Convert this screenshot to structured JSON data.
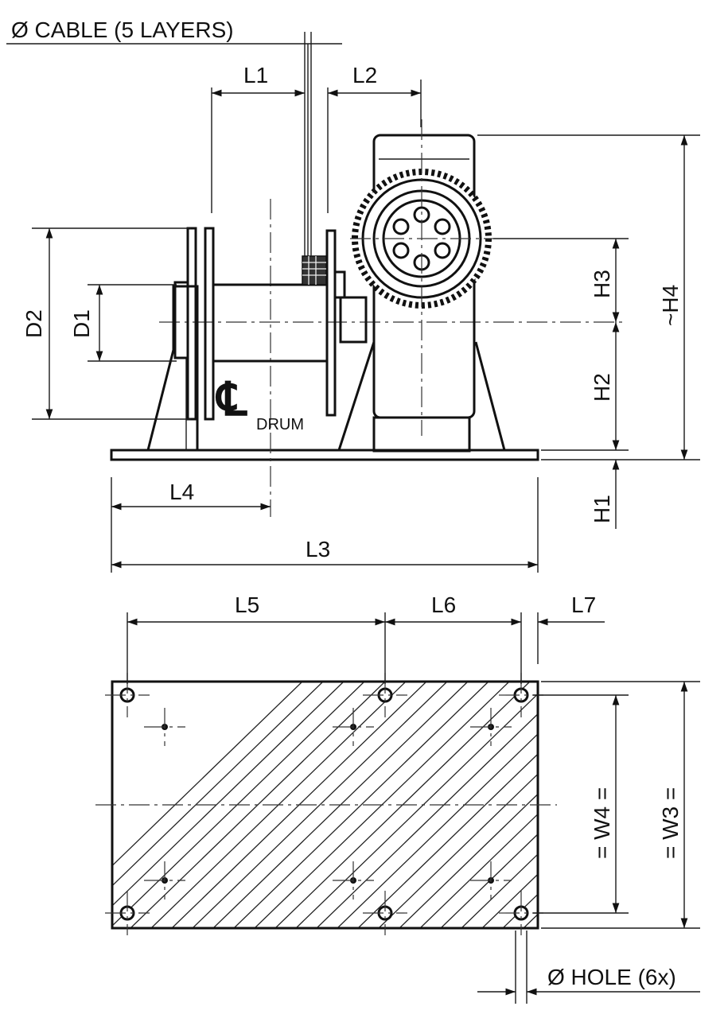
{
  "callouts": {
    "cable": "Ø CABLE (5 LAYERS)",
    "hole": "Ø HOLE (6x)",
    "centerline_symbol": "℄",
    "drum": "DRUM"
  },
  "dimensions": {
    "L1": "L1",
    "L2": "L2",
    "L3": "L3",
    "L4": "L4",
    "L5": "L5",
    "L6": "L6",
    "L7": "L7",
    "D1": "D1",
    "D2": "D2",
    "H1": "H1",
    "H2": "H2",
    "H3": "H3",
    "H4": "~H4",
    "W3": "= W3 =",
    "W4": "= W4 ="
  },
  "colors": {
    "ink": "#111111",
    "background": "#ffffff"
  }
}
